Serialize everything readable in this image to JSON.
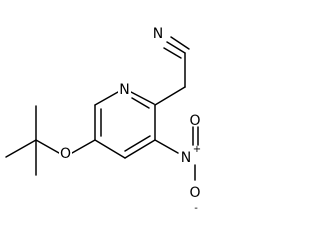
{
  "molecule": {
    "atoms": {
      "nitrile_n": "N",
      "ring_n": "N",
      "ether_o": "O",
      "nitro_n": "N",
      "nitro_o_top": "O",
      "nitro_o_bottom": "O"
    },
    "charges": {
      "nitro_n": "+",
      "nitro_o_bottom": "-"
    }
  }
}
